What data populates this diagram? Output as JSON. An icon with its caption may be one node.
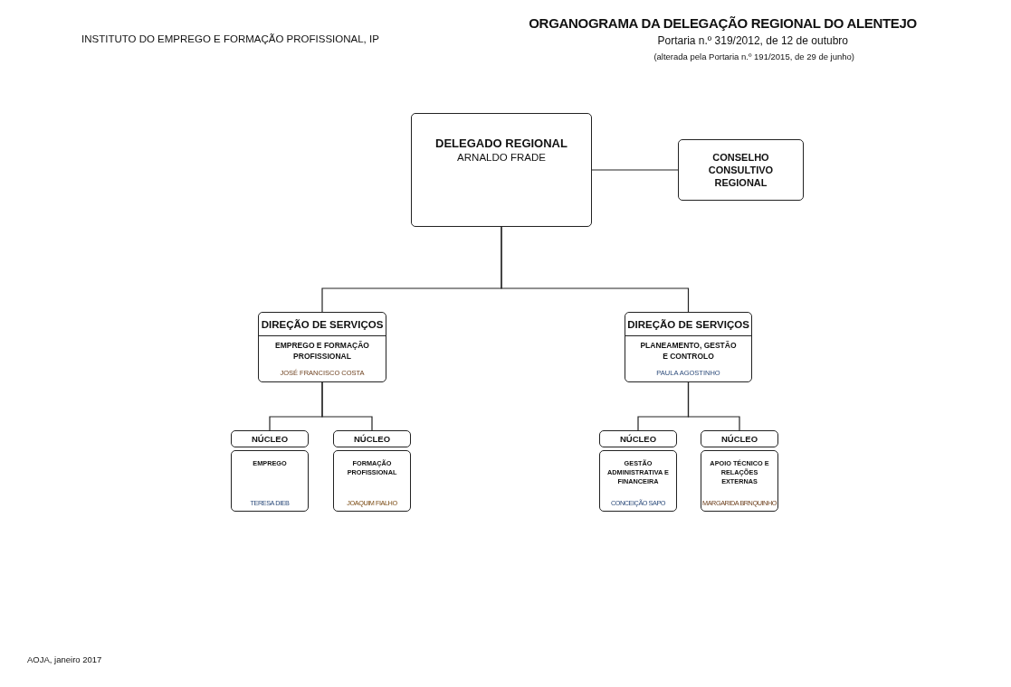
{
  "diagram": {
    "title": "ORGANOGRAMA DA DELEGAÇÃO REGIONAL DO ALENTEJO",
    "nodes": [
      {
        "text": [
          "DELEGADO REGIONAL",
          "ARNALDO FRADE"
        ]
      },
      {
        "text": [
          "CONSELHO CONSULTIVO REGIONAL"
        ]
      },
      {
        "text": [
          "DIREÇÃO DE SERVIÇOS",
          "EMPREGO E FORMAÇÃO PROFISSIONAL",
          "JOSÉ FRANCISCO COSTA"
        ]
      },
      {
        "text": [
          "DIREÇÃO DE SERVIÇOS",
          "PLANEAMENTO, GESTÃO E CONTROLO",
          "PAULA AGOSTINHO"
        ]
      },
      {
        "text": [
          "NÚCLEO"
        ]
      },
      {
        "text": [
          "NÚCLEO"
        ]
      },
      {
        "text": [
          "NÚCLEO"
        ]
      },
      {
        "text": [
          "NÚCLEO"
        ]
      },
      {
        "text": [
          "EMPREGO",
          "TERESA DIEB"
        ]
      },
      {
        "text": [
          "FORMAÇÃO PROFISSIONAL",
          "JOAQUIM FIALHO"
        ]
      },
      {
        "text": [
          "GESTÃO ADMINISTRATIVA E FINANCEIRA",
          "CONCEIÇÃO SAPO"
        ]
      },
      {
        "text": [
          "APOIO TÉCNICO E RELAÇÕES EXTERNAS",
          "MARGARIDA BRNQUINHO"
        ]
      }
    ],
    "edges": [
      {
        "from": 0,
        "to": 1,
        "arrow": "none"
      },
      {
        "from": 0,
        "to": 2,
        "arrow": "none"
      },
      {
        "from": 0,
        "to": 3,
        "arrow": "none"
      },
      {
        "from": 2,
        "to": 4,
        "arrow": "none"
      },
      {
        "from": 2,
        "to": 5,
        "arrow": "none"
      },
      {
        "from": 3,
        "to": 6,
        "arrow": "none"
      },
      {
        "from": 3,
        "to": 7,
        "arrow": "none"
      }
    ],
    "labels": [
      "INSTITUTO DO EMPREGO E FORMAÇÃO PROFISSIONAL, IP",
      "Portaria n.º 319/2012, de 12 de outubro",
      "(alterada pela Portaria n.º 191/2015, de 29 de junho)",
      "AOJA, janeiro 2017"
    ]
  }
}
